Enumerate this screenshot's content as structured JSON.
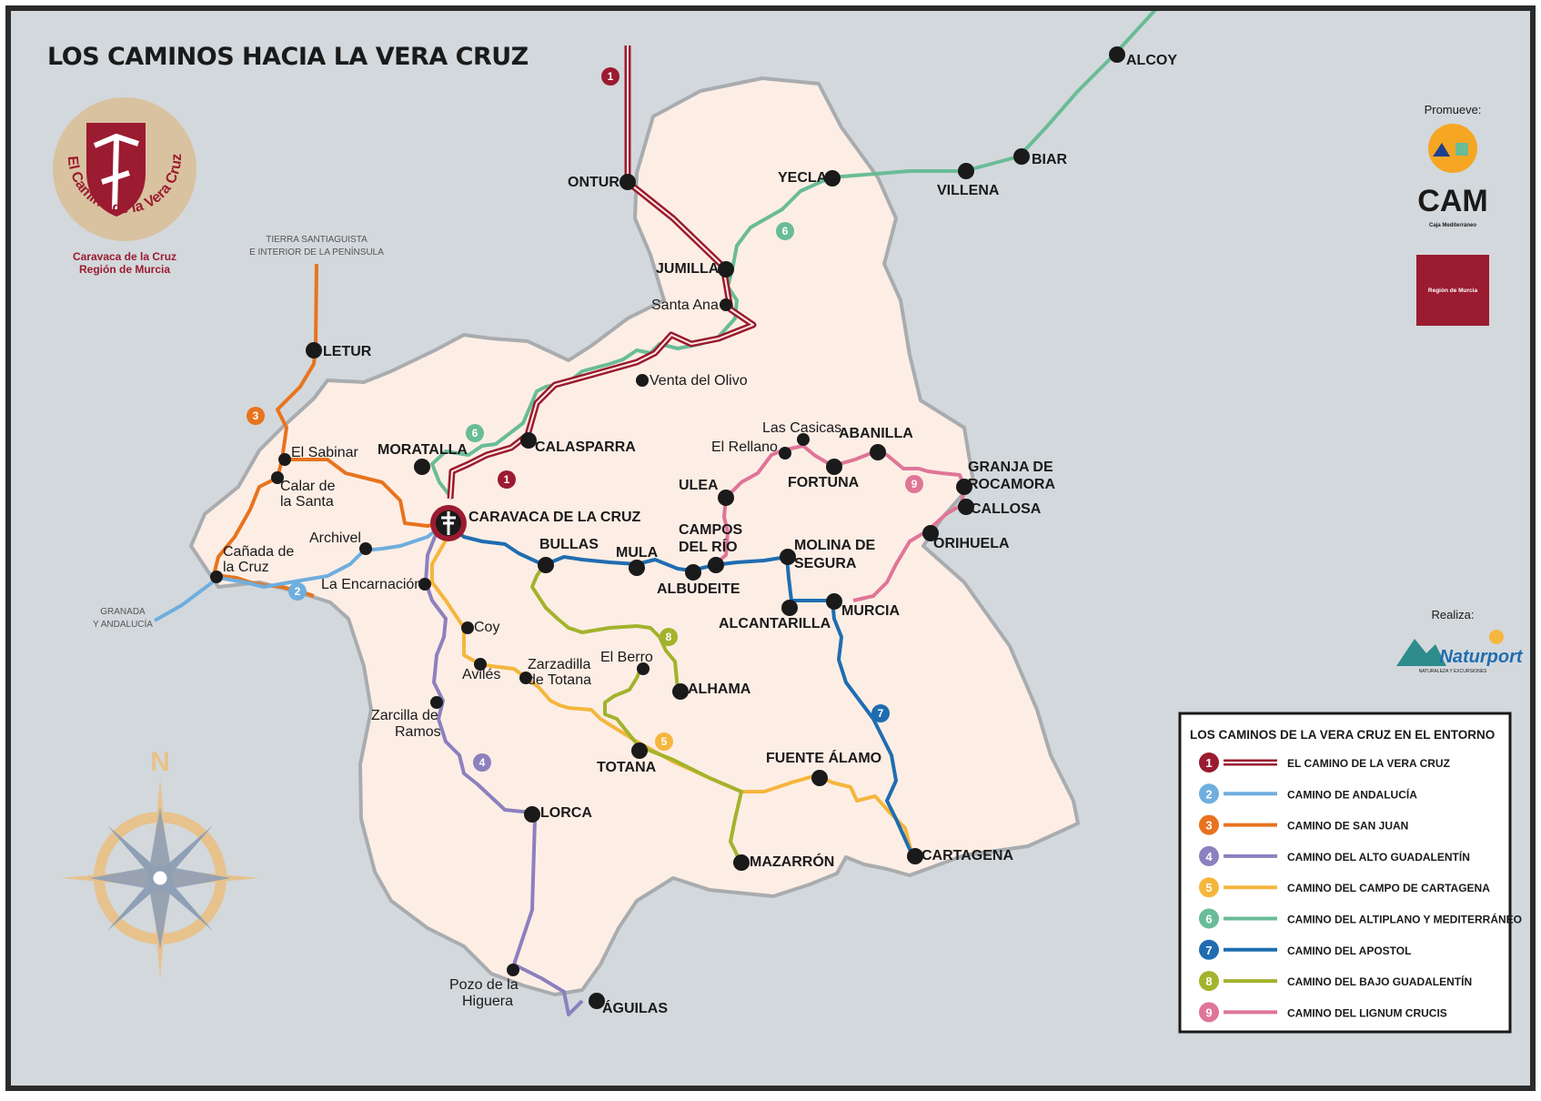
{
  "title": "LOS CAMINOS HACIA LA VERA CRUZ",
  "logo": {
    "ring_text": "El Camino de la Vera Cruz",
    "subtitle_1": "Caravaca de la Cruz",
    "subtitle_2": "Región de Murcia"
  },
  "sponsors": {
    "promueve_label": "Promueve:",
    "cam_label": "CAM",
    "cam_sub": "Caja Mediterráneo",
    "region_label": "Región de Murcia",
    "realiza_label": "Realiza:",
    "naturport_label": "Naturport",
    "naturport_sub": "NATURALEZA Y EXCURSIONES"
  },
  "directions": {
    "tierra_1": "TIERRA SANTIAGUISTA",
    "tierra_2": "E INTERIOR DE LA PENÍNSULA",
    "granada_1": "GRANADA",
    "granada_2": "Y ANDALUCÍA"
  },
  "compass": {
    "north": "N"
  },
  "places": {
    "alcoy": "ALCOY",
    "biar": "BIAR",
    "villena": "VILLENA",
    "yecla": "YECLA",
    "ontur": "ONTUR",
    "jumilla": "JUMILLA",
    "santa_ana": "Santa Ana",
    "venta_olivo": "Venta del Olivo",
    "letur": "LETUR",
    "el_sabinar": "El Sabinar",
    "calar_1": "Calar de",
    "calar_2": "la Santa",
    "moratalla": "MORATALLA",
    "calasparra": "CALASPARRA",
    "caravaca": "CARAVACA DE LA CRUZ",
    "archivel": "Archivel",
    "canada_1": "Cañada de",
    "canada_2": "la Cruz",
    "encarnacion": "La Encarnación",
    "bullas": "BULLAS",
    "mula": "MULA",
    "campos_1": "CAMPOS",
    "campos_2": "DEL RÍO",
    "albudeite": "ALBUDEITE",
    "molina_1": "MOLINA DE",
    "molina_2": "SEGURA",
    "alcantarilla": "ALCANTARILLA",
    "murcia": "MURCIA",
    "ulea": "ULEA",
    "el_rellano": "El Rellano",
    "las_casicas": "Las Casicas",
    "abanilla": "ABANILLA",
    "fortuna": "FORTUNA",
    "granja_1": "GRANJA DE",
    "granja_2": "ROCAMORA",
    "callosa": "CALLOSA",
    "orihuela": "ORIHUELA",
    "coy": "Coy",
    "aviles": "Avilés",
    "zarzadilla_1": "Zarzadilla",
    "zarzadilla_2": "de Totana",
    "el_berro": "El Berro",
    "alhama": "ALHAMA",
    "zarcilla_1": "Zarcilla de",
    "zarcilla_2": "Ramos",
    "totana": "TOTANA",
    "fuente_alamo": "FUENTE ÁLAMO",
    "lorca": "LORCA",
    "mazarron": "MAZARRÓN",
    "cartagena": "CARTAGENA",
    "pozo_1": "Pozo de la",
    "pozo_2": "Higuera",
    "aguilas": "ÁGUILAS"
  },
  "legend": {
    "title": "LOS CAMINOS DE LA VERA CRUZ EN EL ENTORNO",
    "items": [
      {
        "n": "1",
        "label": "EL CAMINO DE LA VERA CRUZ",
        "color": "#9b1b30"
      },
      {
        "n": "2",
        "label": "CAMINO DE ANDALUCÍA",
        "color": "#6eaede"
      },
      {
        "n": "3",
        "label": "CAMINO DE SAN JUAN",
        "color": "#e8731e"
      },
      {
        "n": "4",
        "label": "CAMINO DEL ALTO GUADALENTÍN",
        "color": "#8c80be"
      },
      {
        "n": "5",
        "label": "CAMINO DEL CAMPO DE CARTAGENA",
        "color": "#f5b63d"
      },
      {
        "n": "6",
        "label": "CAMINO DEL ALTIPLANO Y MEDITERRÁNEO",
        "color": "#69bc96"
      },
      {
        "n": "7",
        "label": "CAMINO DEL APOSTOL",
        "color": "#1f6db0"
      },
      {
        "n": "8",
        "label": "CAMINO DEL BAJO GUADALENTÍN",
        "color": "#a3b32c"
      },
      {
        "n": "9",
        "label": "CAMINO DEL LIGNUM CRUCIS",
        "color": "#e07597"
      }
    ]
  },
  "colors": {
    "sea": "#d3d8dc",
    "land": "#fdeee5",
    "border": "#a9acaf",
    "frame": "#2b2b2b"
  }
}
